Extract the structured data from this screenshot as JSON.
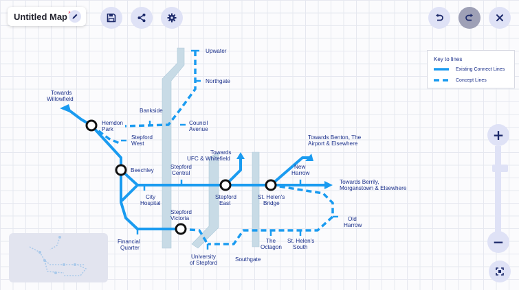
{
  "header": {
    "title": "Untitled Map",
    "unsaved_marker": "*"
  },
  "toolbar": {
    "edit_icon": "pencil-icon",
    "save_icon": "save-icon",
    "share_icon": "share-icon",
    "settings_icon": "gear-icon",
    "undo_icon": "undo-icon",
    "redo_icon": "redo-icon",
    "close_icon": "close-icon"
  },
  "legend": {
    "title": "Key to lines",
    "items": [
      {
        "label": "Existing Connect Lines",
        "style": "solid"
      },
      {
        "label": "Concept Lines",
        "style": "dashed"
      }
    ]
  },
  "zoom": {
    "in_label": "+",
    "out_label": "−",
    "fit_icon": "fit-view-icon"
  },
  "colors": {
    "line": "#1a9bf0",
    "label": "#1a2f8a",
    "accent_bg": "#dfe2f6",
    "river": "#c8dbe6"
  },
  "stations": [
    {
      "id": "upwater",
      "label": "Upwater"
    },
    {
      "id": "northgate",
      "label": "Northgate"
    },
    {
      "id": "towards-willowfield",
      "label": "Towards Willowfield"
    },
    {
      "id": "bankside",
      "label": "Bankside"
    },
    {
      "id": "hemdon-park",
      "label": "Hemdon Park"
    },
    {
      "id": "council-avenue",
      "label": "Council Avenue"
    },
    {
      "id": "stepford-west",
      "label": "Stepford West"
    },
    {
      "id": "beechley",
      "label": "Beechley"
    },
    {
      "id": "towards-ufc",
      "label": "Towards UFC & Whitefield"
    },
    {
      "id": "stepford-central",
      "label": "Stepford Central"
    },
    {
      "id": "towards-benton",
      "label": "Towards Benton, The Airport & Elsewhere"
    },
    {
      "id": "new-harrow",
      "label": "New Harrow"
    },
    {
      "id": "towards-berrily",
      "label": "Towards Berrily, Morganstown & Elsewhere"
    },
    {
      "id": "city-hospital",
      "label": "City Hospital"
    },
    {
      "id": "stepford-east",
      "label": "Stepford East"
    },
    {
      "id": "st-helens-bridge",
      "label": "St. Helen's Bridge"
    },
    {
      "id": "old-harrow",
      "label": "Old Harrow"
    },
    {
      "id": "stepford-victoria",
      "label": "Stepford Victoria"
    },
    {
      "id": "financial-quarter",
      "label": "Financial Quarter"
    },
    {
      "id": "the-octagon",
      "label": "The Octagon"
    },
    {
      "id": "st-helens-south",
      "label": "St. Helen's South"
    },
    {
      "id": "university-of-stepford",
      "label": "University of Stepford"
    },
    {
      "id": "southgate",
      "label": "Southgate"
    }
  ]
}
